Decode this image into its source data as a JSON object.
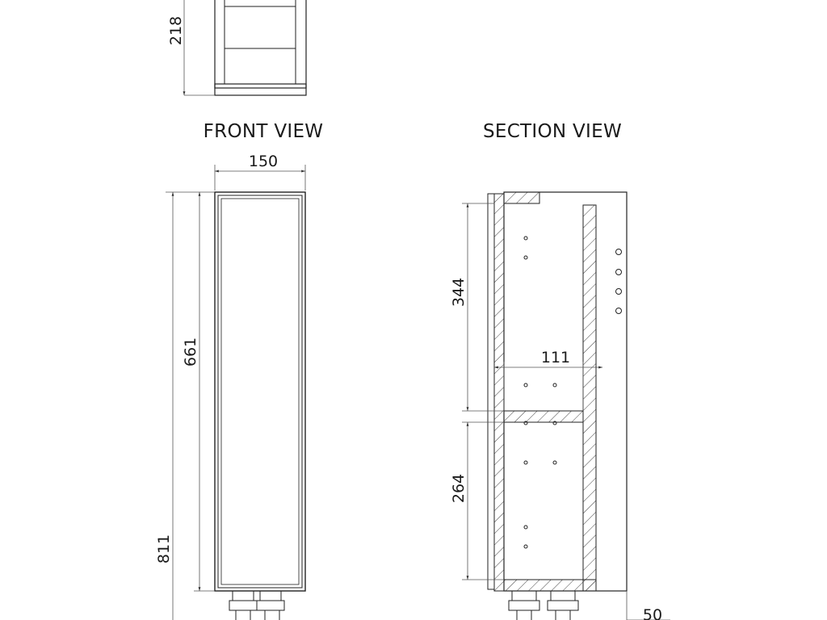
{
  "views": {
    "front_title": "FRONT VIEW",
    "section_title": "SECTION VIEW"
  },
  "dimensions": {
    "top_height": "218",
    "front_width": "150",
    "front_mirror_height": "661",
    "front_total_height": "811",
    "section_upper_height": "344",
    "section_inner_width": "111",
    "section_lower_height": "264",
    "section_depth": "50"
  },
  "colors": {
    "line": "#222222",
    "hatch": "#444444",
    "background": "#ffffff"
  }
}
